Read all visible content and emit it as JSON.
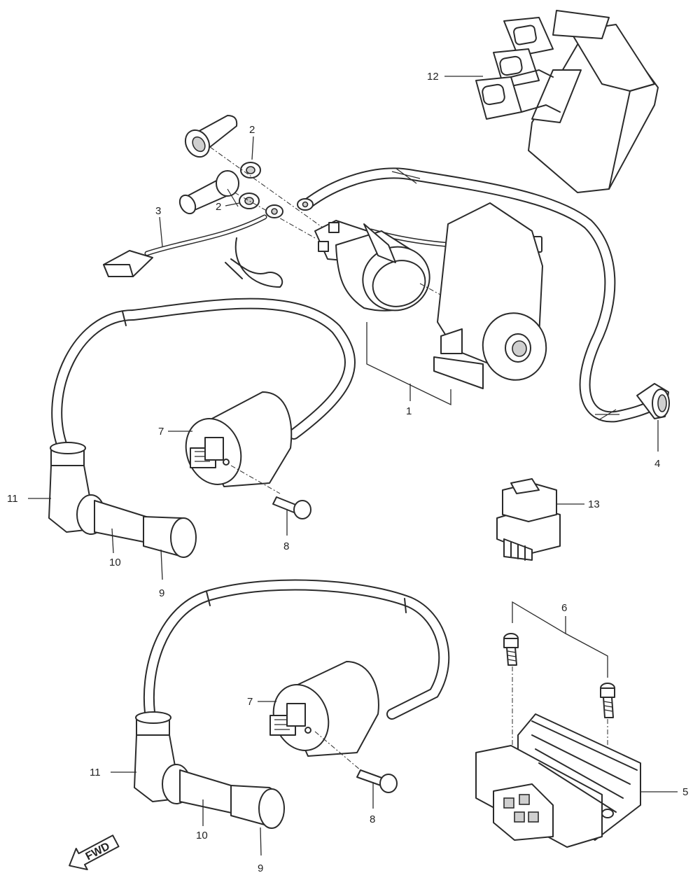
{
  "callouts": {
    "c1": "1",
    "c2a": "2",
    "c2b": "2",
    "c3": "3",
    "c4": "4",
    "c5": "5",
    "c6": "6",
    "c7a": "7",
    "c7b": "7",
    "c8a": "8",
    "c8b": "8",
    "c9a": "9",
    "c9b": "9",
    "c10a": "10",
    "c10b": "10",
    "c11a": "11",
    "c11b": "11",
    "c12": "12",
    "c13": "13"
  },
  "direction_label": "FWD",
  "colors": {
    "line": "#2b2b2b",
    "background": "#ffffff"
  }
}
